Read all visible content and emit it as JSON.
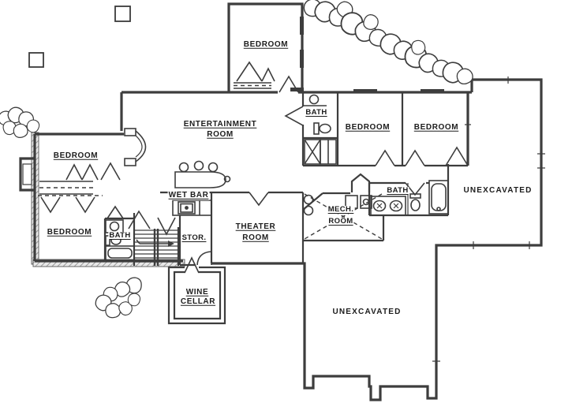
{
  "floorplan": {
    "colors": {
      "wall": "#3d3d3d",
      "background": "#ffffff",
      "hatch": "#9a9a9a",
      "text": "#1c1c1c"
    },
    "labels": {
      "bedroom_top": "BEDROOM",
      "entertainment_line1": "ENTERTAINMENT",
      "entertainment_line2": "ROOM",
      "bath_top": "BATH",
      "bedroom_mid_left": "BEDROOM",
      "bedroom_mid_right": "BEDROOM",
      "bedroom_upper_left": "BEDROOM",
      "bedroom_lower_left": "BEDROOM",
      "bath_lower_left": "BATH",
      "wet_bar": "WET BAR",
      "stor": "STOR.",
      "theater_line1": "THEATER",
      "theater_line2": "ROOM",
      "mech_line1": "MECH.",
      "mech_line2": "ROOM",
      "bath_right": "BATH",
      "unexcavated_right": "UNEXCAVATED",
      "unexcavated_bottom": "UNEXCAVATED",
      "wine_line1": "WINE",
      "wine_line2": "CELLAR"
    }
  }
}
